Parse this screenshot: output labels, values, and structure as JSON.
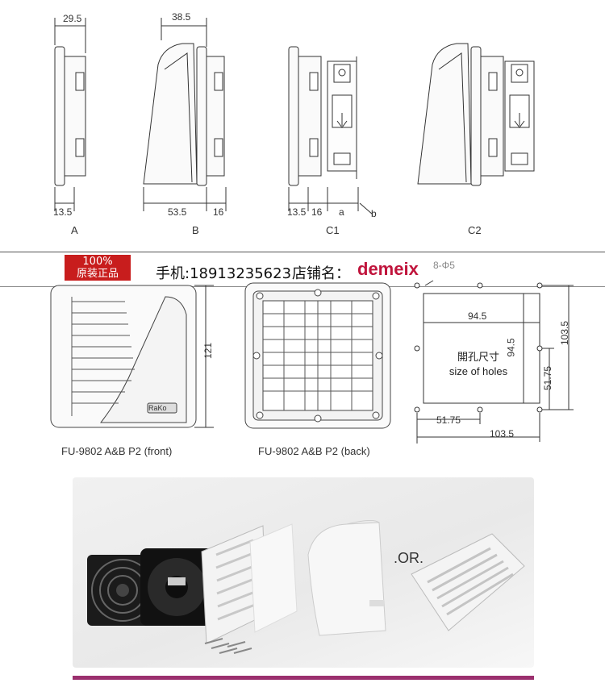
{
  "side_views": {
    "dims": {
      "a_top": "29.5",
      "a_bottom": "13.5",
      "b_top": "38.5",
      "b_bottom_left": "53.5",
      "b_bottom_right": "16",
      "c1_bottom_1": "13.5",
      "c1_bottom_2": "16",
      "c1_bottom_a": "a",
      "c1_bottom_b": "b"
    },
    "labels": [
      "A",
      "B",
      "C1",
      "C2"
    ]
  },
  "banner": {
    "badge_line1": "100%",
    "badge_line2": "原装正品",
    "phone": "手机:18913235623",
    "shop_label": "店铺名：",
    "shop_name": "demeix"
  },
  "front_view": {
    "height_dim": "121",
    "caption": "FU-9802 A&B P2 (front)",
    "logo": "RaKo"
  },
  "back_view": {
    "caption": "FU-9802 A&B P2 (back)"
  },
  "hole_diagram": {
    "holes_note": "8-Φ5",
    "dim_inner_width": "94.5",
    "dim_inner_height": "94.5",
    "dim_outer_height": "103.5",
    "dim_half_height": "51.75",
    "dim_half_width": "51.75",
    "dim_outer_width": "103.5",
    "cutout_label_cn": "開孔尺寸",
    "cutout_label_en": "size of holes"
  },
  "photo": {
    "or_text": ".OR."
  },
  "colors": {
    "accent_bar": "#9b2f6e",
    "badge": "#c81d1d",
    "shop_name": "#c0143c"
  }
}
